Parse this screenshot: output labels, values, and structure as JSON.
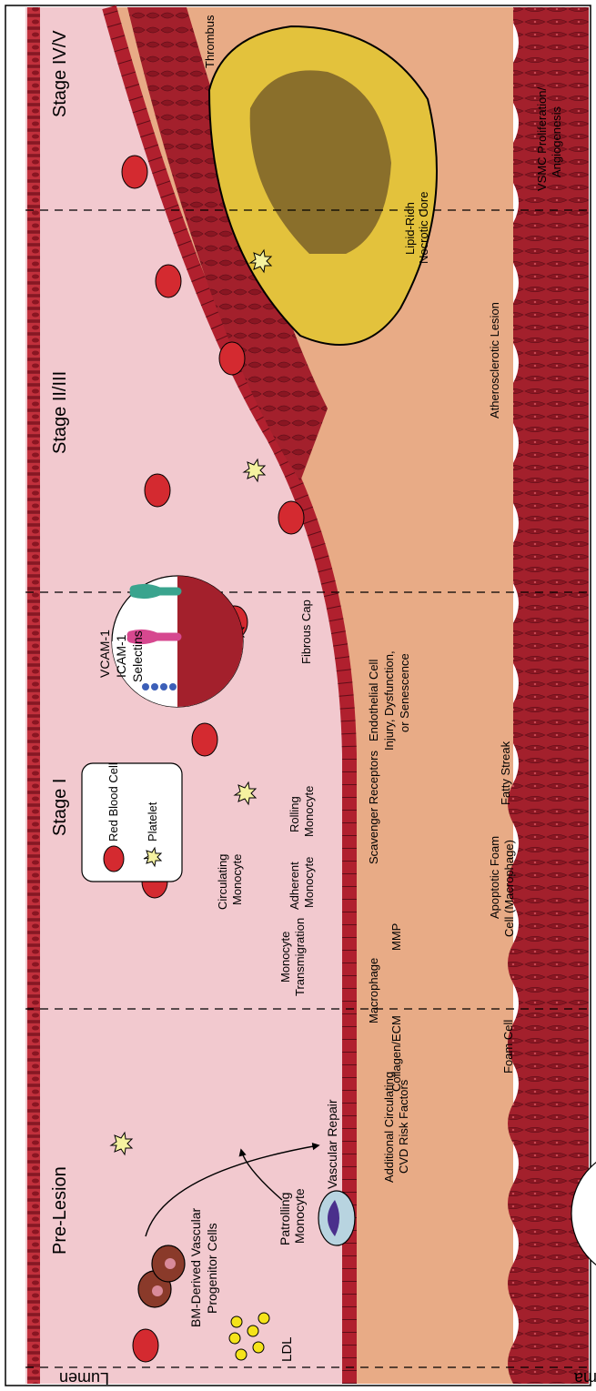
{
  "regions": {
    "lumen": "Lumen",
    "intima": "Intima"
  },
  "stages": [
    "Pre-Lesion",
    "Stage I",
    "Stage II/III",
    "Stage IV/V"
  ],
  "legend": {
    "red_blood_cell": "Red Blood Cell",
    "platelet": "Platelet"
  },
  "labels": {
    "ldl": "LDL",
    "bm_progenitor_line1": "BM-Derived Vascular",
    "bm_progenitor_line2": "Progenitor Cells",
    "patrolling_line1": "Patrolling",
    "patrolling_line2": "Monocyte",
    "vascular_repair": "Vascular Repair",
    "adhesion_vcam": "VCAM-1",
    "adhesion_icam": "ICAM-1",
    "adhesion_selectins": "Selectins",
    "risk_line1": "Additional Circulating",
    "risk_line2": "CVD Risk Factors",
    "endothelial_line1": "Endothelial Cell",
    "endothelial_line2": "Injury, Dysfunction,",
    "endothelial_line3": "or Senescence",
    "circulating_line1": "Circulating",
    "circulating_line2": "Monocyte",
    "rolling_line1": "Rolling",
    "rolling_line2": "Monocyte",
    "adherent_line1": "Adherent",
    "adherent_line2": "Monocyte",
    "transmigration_line1": "Monocyte",
    "transmigration_line2": "Transmigration",
    "scavenger_receptors": "Scavenger Receptors",
    "macrophage": "Macrophage",
    "foam_cell": "Foam Cell",
    "collagen_ecm": "Collagen/ECM",
    "mmp": "MMP",
    "apoptotic_line1": "Apoptotic Foam",
    "apoptotic_line2": "Cell (Macrophage)",
    "fatty_streak": "Fatty Streak",
    "fibrous_cap": "Fibrous Cap",
    "atherosclerotic_lesion": "Atherosclerotic Lesion",
    "necrotic_line1": "Lipid-Rich",
    "necrotic_line2": "Necrotic Core",
    "thrombus": "Thrombus",
    "vsmc_line1": "VSMC Proliferation/",
    "vsmc_line2": "Angiogenesis"
  },
  "colors": {
    "lumen": "#f2c9cf",
    "intima": "#e8ab86",
    "endothelium": "#b0202e",
    "media": "#a3202c",
    "rbc": "#d42a30",
    "monocyte_body": "#b8d4e0",
    "nucleus": "#4a2f8c",
    "lipid": "#f5e31a",
    "necrotic": "#8a6f2b",
    "plaque": "#e3c23c",
    "collagen": "#2a8fb5",
    "foam_green": "#7fb8a4",
    "apoptotic": "#8a9b3a",
    "mmp": "#f29d1e",
    "receptor_purple": "#b08ad0",
    "receptor_pink": "#d6488f",
    "receptor_teal": "#3aa48e",
    "receptor_blue": "#3c5fb8"
  }
}
